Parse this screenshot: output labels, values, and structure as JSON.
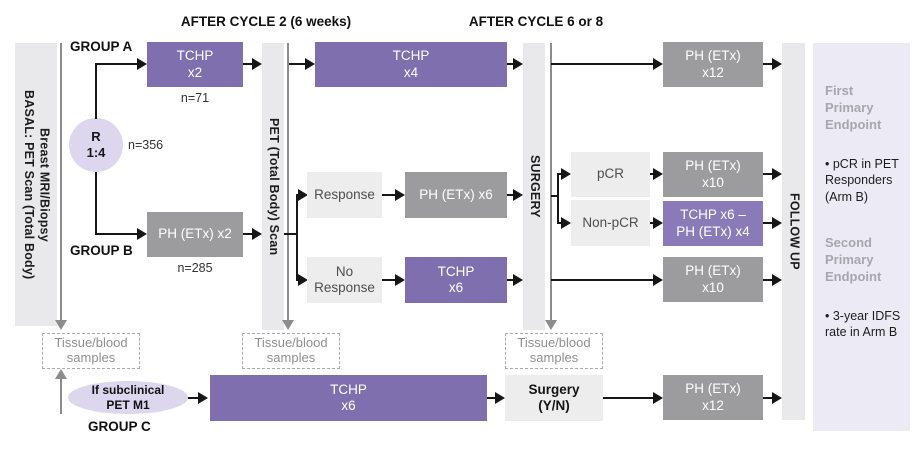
{
  "headers": {
    "after_cycle_2": "AFTER CYCLE 2 (6 weeks)",
    "after_cycle_6_8": "AFTER CYCLE 6 or 8"
  },
  "bars": {
    "basal_line1": "BASAL: PET Scan (Total Body)",
    "basal_line2": "Breast MRI/Biopsy",
    "pet": "PET (Total Body) Scan",
    "surgery": "SURGERY",
    "followup": "FOLLOW UP"
  },
  "randomization": {
    "letter": "R",
    "ratio": "1:4",
    "n_total": "n=356"
  },
  "groups": {
    "a_label": "GROUP A",
    "a_n": "n=71",
    "b_label": "GROUP B",
    "b_n": "n=285",
    "c_label": "GROUP C"
  },
  "boxes": {
    "tchp2_l1": "TCHP",
    "tchp2_l2": "x2",
    "ph_etx_x2": "PH (ETx) x2",
    "tchp4_l1": "TCHP",
    "tchp4_l2": "x4",
    "response": "Response",
    "ph_etx_x6": "PH (ETx) x6",
    "noresp_l1": "No",
    "noresp_l2": "Response",
    "tchp6_l1": "TCHP",
    "tchp6_l2": "x6",
    "pcr": "pCR",
    "nonpcr": "Non-pCR",
    "ph10_l1": "PH (ETx)",
    "ph10_l2": "x10",
    "combo_l1": "TCHP x6 –",
    "combo_l2": "PH (ETx) x4",
    "ph12_l1": "PH (ETx)",
    "ph12_l2": "x12",
    "surgery_yn_l1": "Surgery",
    "surgery_yn_l2": "(Y/N)"
  },
  "samples": {
    "line1": "Tissue/blood",
    "line2": "samples"
  },
  "ellipse": {
    "line1": "If subclinical",
    "line2": "PET M1"
  },
  "endpoints": {
    "first_title": "First Primary Endpoint",
    "first_item": "• pCR in PET Responders (Arm B)",
    "second_title": "Second Primary Endpoint",
    "second_item": "• 3-year IDFS rate in Arm B"
  },
  "colors": {
    "purple": "#7f6fae",
    "purple_light": "#8a7bb8",
    "gray": "#9c9b9e",
    "light": "#ededee",
    "bar": "#e9e8ea",
    "panel": "#ecebf5",
    "lavender": "#dcd6ee",
    "grayline": "#8c8c8c"
  }
}
